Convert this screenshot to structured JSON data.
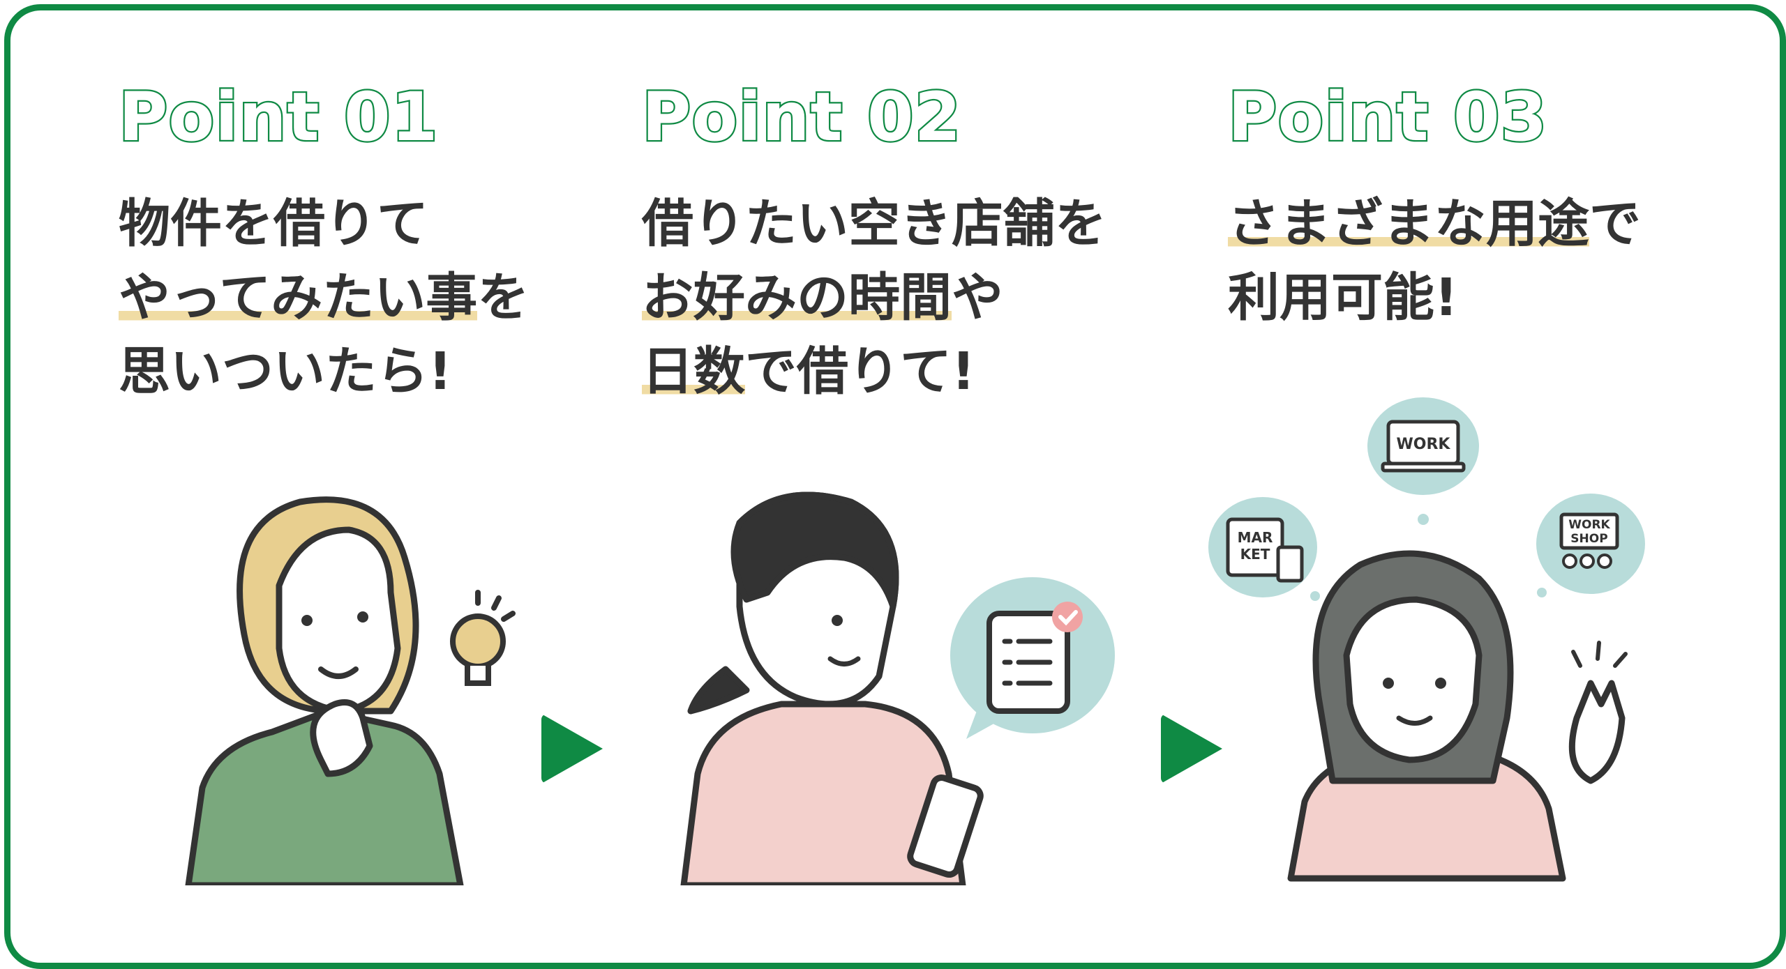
{
  "colors": {
    "brand_green": "#0f8a44",
    "highlight": "#f0dca4",
    "text": "#333333",
    "bubble": "#b8dcda",
    "skin_shirt_pink": "#f3d0cc"
  },
  "points": [
    {
      "label": "Point 01",
      "lines": [
        {
          "segments": [
            {
              "text": "物件を借りて",
              "highlight": false
            }
          ]
        },
        {
          "segments": [
            {
              "text": "やってみたい事",
              "highlight": true
            },
            {
              "text": "を",
              "highlight": false
            }
          ]
        },
        {
          "segments": [
            {
              "text": "思いついたら!",
              "highlight": false
            }
          ]
        }
      ]
    },
    {
      "label": "Point 02",
      "lines": [
        {
          "segments": [
            {
              "text": "借りたい空き店舗を",
              "highlight": false
            }
          ]
        },
        {
          "segments": [
            {
              "text": "お好みの時間",
              "highlight": true
            },
            {
              "text": "や",
              "highlight": false
            }
          ]
        },
        {
          "segments": [
            {
              "text": "日数",
              "highlight": true
            },
            {
              "text": "で借りて!",
              "highlight": false
            }
          ]
        }
      ]
    },
    {
      "label": "Point 03",
      "lines": [
        {
          "segments": [
            {
              "text": "さまざまな用途",
              "highlight": true
            },
            {
              "text": "で",
              "highlight": false
            }
          ]
        },
        {
          "segments": [
            {
              "text": "利用可能!",
              "highlight": false
            }
          ]
        }
      ]
    }
  ],
  "bubble_labels": {
    "work": "WORK",
    "market_1": "MAR",
    "market_2": "KET",
    "workshop_1": "WORK",
    "workshop_2": "SHOP"
  }
}
